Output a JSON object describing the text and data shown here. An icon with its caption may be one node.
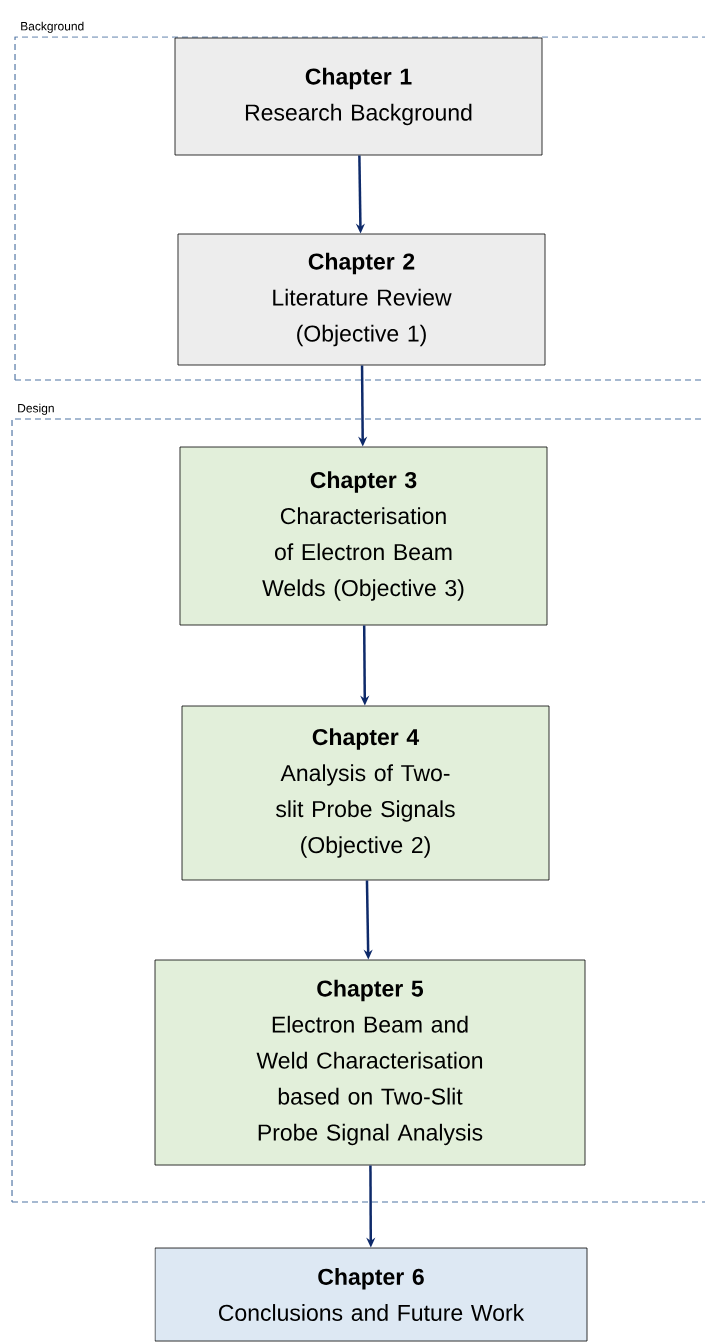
{
  "diagram": {
    "nodes": [
      {
        "text": [
          "Background"
        ]
      },
      {
        "text": [
          "Chapter 1",
          "Research Background"
        ],
        "in": 0
      },
      {
        "text": [
          "Chapter 2",
          "Literature Review (Objective 1)"
        ],
        "in": 0
      },
      {
        "text": [
          "Design"
        ]
      },
      {
        "text": [
          "Chapter 3",
          "Characterisation of Electron Beam Welds (Objective 3)"
        ],
        "in": 3
      },
      {
        "text": [
          "Chapter 4",
          "Analysis of Two-slit Probe Signals (Objective 2)"
        ],
        "in": 3
      },
      {
        "text": [
          "Chapter 5",
          "Electron Beam and Weld Characterisation based on Two-Slit Probe Signal Analysis"
        ],
        "in": 3
      },
      {
        "text": [
          "Chapter 6",
          "Conclusions and Future Work"
        ]
      }
    ],
    "edges": [
      {
        "from": 1,
        "to": 2,
        "arrow": "to"
      },
      {
        "from": 2,
        "to": 4,
        "arrow": "to"
      },
      {
        "from": 4,
        "to": 5,
        "arrow": "to"
      },
      {
        "from": 5,
        "to": 6,
        "arrow": "to"
      },
      {
        "from": 6,
        "to": 7,
        "arrow": "to"
      }
    ]
  }
}
